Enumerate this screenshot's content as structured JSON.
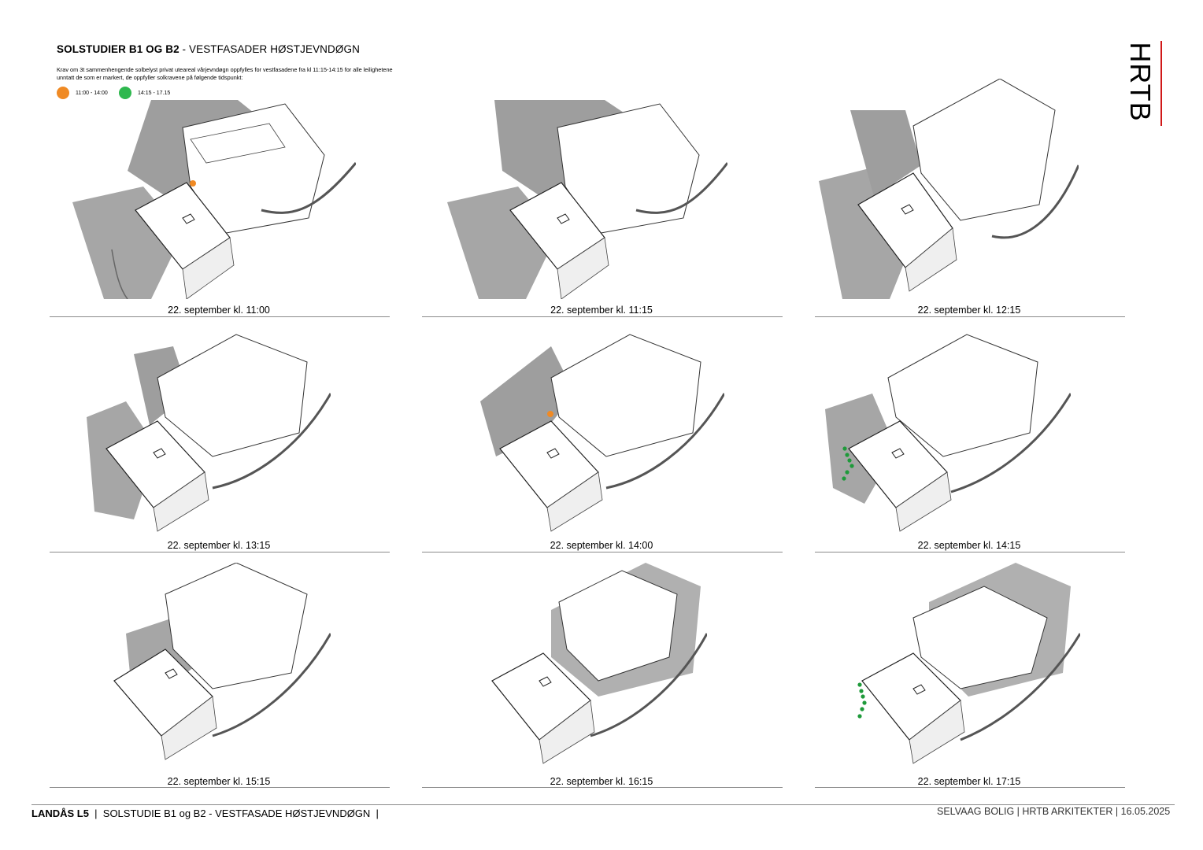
{
  "header": {
    "title_bold": "SOLSTUDIER B1 OG B2",
    "title_rest": " - VESTFASADER HØSTJEVNDØGN",
    "description": "Krav om 3t sammenhengende solbelyst privat uteareal vårjevndøgn oppfylles for vestfasadene fra kl 11:15-14:15 for alle leilighetene unntatt de som er markert, de oppfyller solkravene på følgende tidspunkt:"
  },
  "legend": [
    {
      "label": "11:00 - 14:00",
      "color": "#f08a24"
    },
    {
      "label": "14:15 - 17.15",
      "color": "#2eb84e"
    }
  ],
  "logo": {
    "text": "HRTB",
    "accent": "#d01818"
  },
  "panels": [
    {
      "caption": "22. september kl. 11:00",
      "markers": "orange-single"
    },
    {
      "caption": "22. september kl. 11:15",
      "markers": "none"
    },
    {
      "caption": "22. september kl. 12:15",
      "markers": "none"
    },
    {
      "caption": "22. september kl. 13:15",
      "markers": "none"
    },
    {
      "caption": "22. september kl. 14:00",
      "markers": "orange-single"
    },
    {
      "caption": "22. september kl. 14:15",
      "markers": "green-column"
    },
    {
      "caption": "22. september kl. 15:15",
      "markers": "none"
    },
    {
      "caption": "22. september kl. 16:15",
      "markers": "none"
    },
    {
      "caption": "22. september kl. 17:15",
      "markers": "green-column"
    }
  ],
  "footer": {
    "project": "LANDÅS L5",
    "left_text": "  |  SOLSTUDIE B1 og B2 - VESTFASADE HØSTJEVNDØGN  |",
    "right_text": "SELVAAG BOLIG | HRTB ARKITEKTER  |  16.05.2025"
  }
}
